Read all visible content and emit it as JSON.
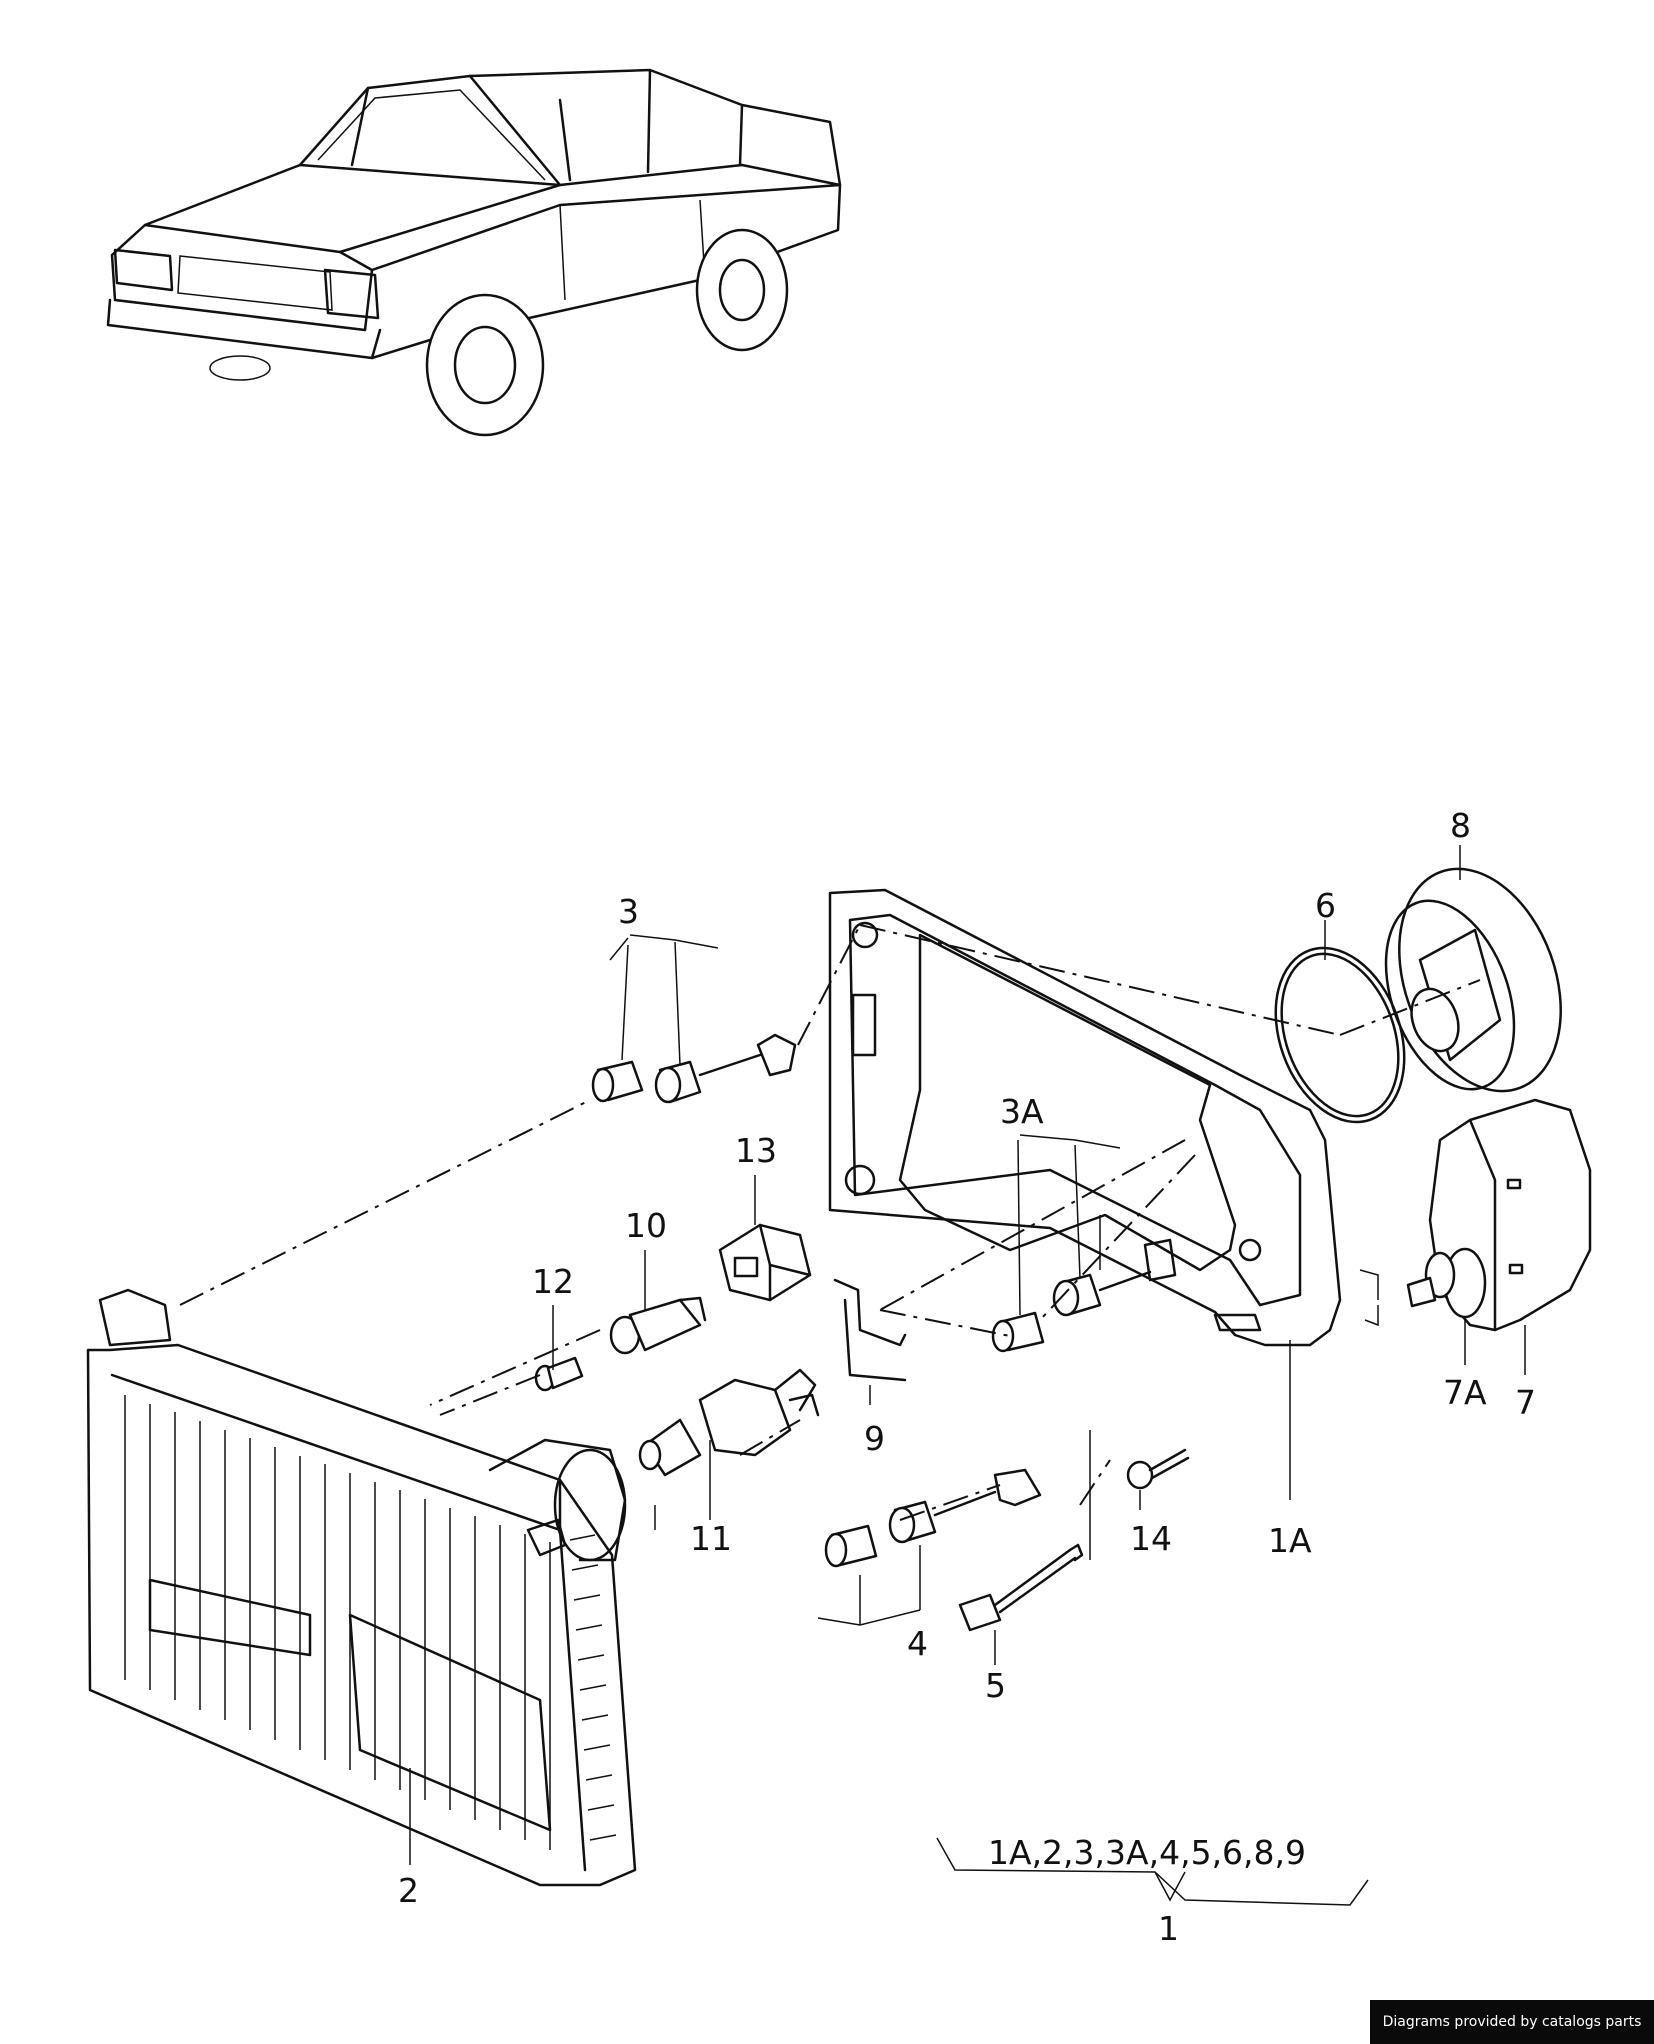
{
  "labels": {
    "p1": "1",
    "p1a_frame": "1A",
    "p2": "2",
    "p3": "3",
    "p3a": "3A",
    "p4": "4",
    "p5": "5",
    "p6": "6",
    "p7": "7",
    "p7a": "7A",
    "p8": "8",
    "p9": "9",
    "p10": "10",
    "p11": "11",
    "p12": "12",
    "p13": "13",
    "p14": "14",
    "kit_list": "1A,2,3,3A,4,5,6,8,9"
  },
  "credit": "Diagrams provided by catalogs parts"
}
